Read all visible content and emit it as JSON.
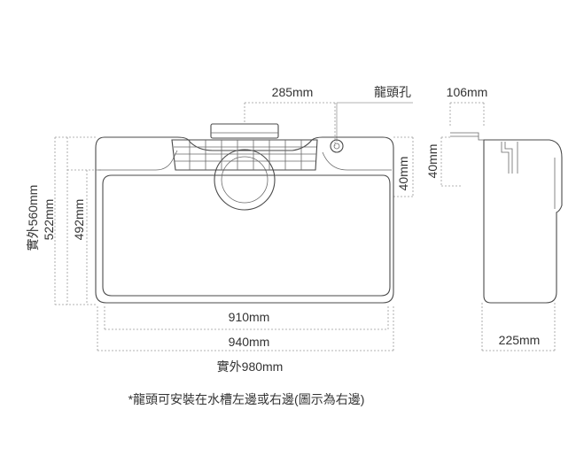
{
  "labels": {
    "top_offset": "285mm",
    "faucet_hole": "龍頭孔",
    "side_depth": "106mm",
    "right_step_height": "40mm",
    "side_step_height": "40mm",
    "outer_height": "實外560mm",
    "inner_height": "522mm",
    "basin_height": "492mm",
    "basin_width": "910mm",
    "inner_width": "940mm",
    "outer_width": "實外980mm",
    "side_width": "225mm"
  },
  "note": "*龍頭可安裝在水槽左邊或右邊(圖示為右邊)"
}
